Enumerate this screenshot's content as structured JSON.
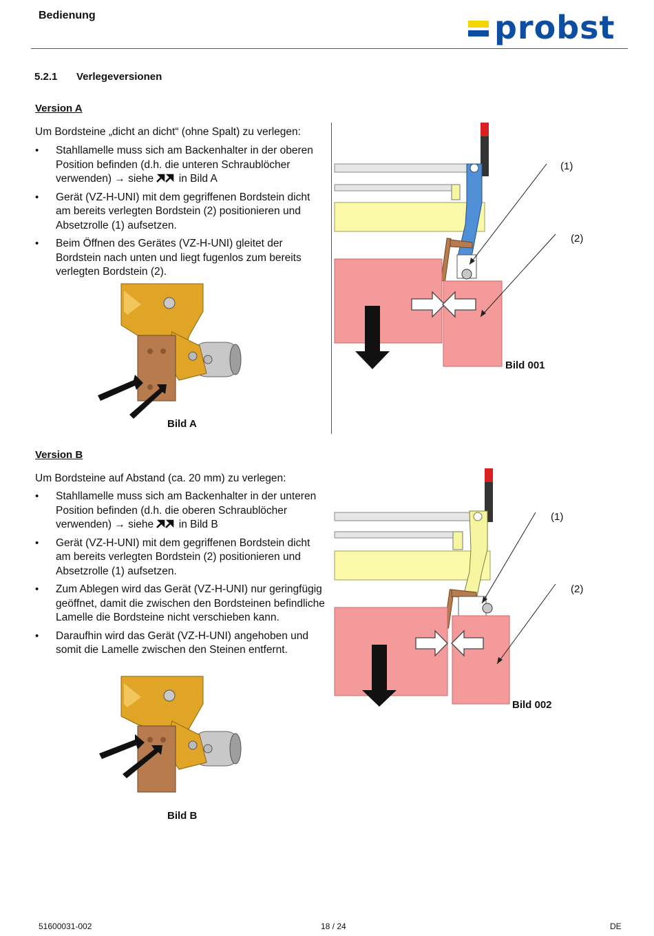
{
  "header": {
    "title": "Bedienung",
    "logo_text": "probst",
    "logo_colors": {
      "yellow": "#f5d400",
      "blue": "#0d4ea3"
    }
  },
  "section": {
    "number": "5.2.1",
    "title": "Verlegeversionen"
  },
  "version_a": {
    "heading": "Version A",
    "intro": "Um Bordsteine „dicht an dicht“ (ohne Spalt) zu verlegen:",
    "bullets": [
      {
        "before": "Stahllamelle muss sich am Backenhalter in der oberen Position befinden (d.h. die unteren Schraublöcher verwenden) → siehe",
        "after": "in Bild A"
      },
      {
        "text": "Gerät (VZ-H-UNI) mit dem gegriffenen Bordstein dicht am bereits verlegten Bordstein (2) positionieren und Absetzrolle (1) aufsetzen."
      },
      {
        "text": "Beim Öffnen des Gerätes (VZ-H-UNI) gleitet der Bordstein nach unten und liegt fugenlos zum bereits verlegten Bordstein (2)."
      }
    ],
    "detail_caption": "Bild A",
    "figure_caption": "Bild 001",
    "callouts": [
      "(1)",
      "(2)"
    ]
  },
  "version_b": {
    "heading": "Version B",
    "intro": "Um Bordsteine auf Abstand (ca. 20 mm) zu verlegen:",
    "bullets": [
      {
        "before": "Stahllamelle muss sich am Backenhalter in der unteren Position befinden (d.h. die oberen Schraublöcher verwenden) → siehe",
        "after": "in Bild B"
      },
      {
        "text": "Gerät (VZ-H-UNI) mit dem gegriffenen Bordstein dicht am bereits verlegten Bordstein (2) positionieren und Absetzrolle (1) aufsetzen."
      },
      {
        "text": "Zum Ablegen wird das Gerät (VZ-H-UNI) nur geringfügig geöffnet, damit die zwischen den Bordsteinen befindliche Lamelle die Bordsteine nicht verschieben kann."
      },
      {
        "text": "Daraufhin wird das Gerät (VZ-H-UNI) angehoben und somit die Lamelle zwischen den Steinen entfernt."
      }
    ],
    "detail_caption": "Bild B",
    "figure_caption": "Bild 002",
    "callouts": [
      "(1)",
      "(2)"
    ]
  },
  "footer": {
    "doc_number": "51600031-002",
    "page": "18 / 24",
    "language": "DE"
  },
  "colors": {
    "stone": "#f59a9a",
    "beam": "#fafaaa",
    "blue_part": "#4f8fd6",
    "yellow_part": "#f6f6a0",
    "gold": "#e0a526",
    "plate": "#b87b4e",
    "handle": "#d92020"
  }
}
